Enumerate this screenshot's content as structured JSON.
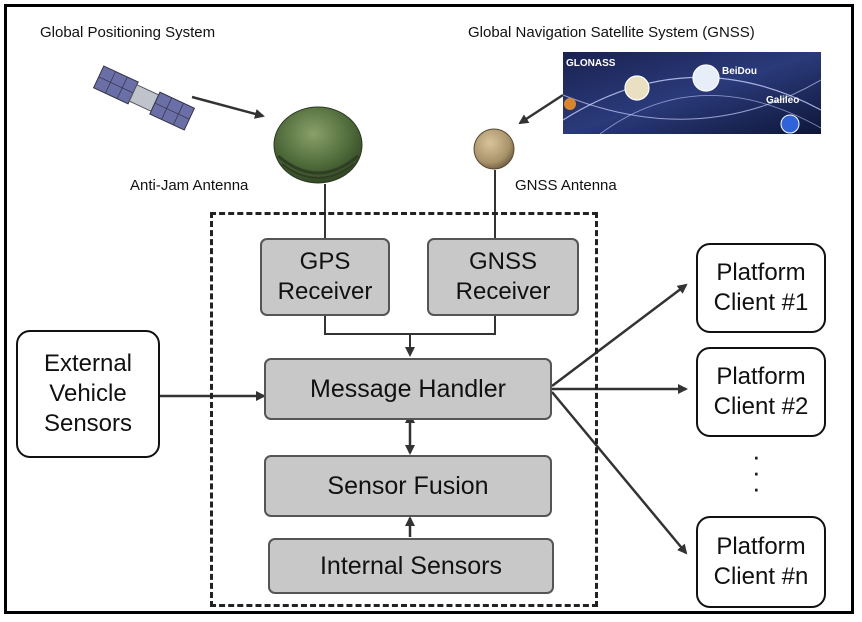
{
  "labels": {
    "gps_system": "Global Positioning System",
    "gnss_system": "Global Navigation Satellite System (GNSS)",
    "antijam_antenna": "Anti-Jam Antenna",
    "gnss_antenna": "GNSS Antenna"
  },
  "constellations": [
    "GLONASS",
    "BeiDou",
    "Galileo"
  ],
  "blocks": {
    "gps_receiver": [
      "GPS",
      "Receiver"
    ],
    "gnss_receiver": [
      "GNSS",
      "Receiver"
    ],
    "message_handler": "Message Handler",
    "sensor_fusion": "Sensor Fusion",
    "internal_sensors": "Internal Sensors"
  },
  "external_sensors": [
    "External",
    "Vehicle",
    "Sensors"
  ],
  "clients": [
    [
      "Platform",
      "Client #1"
    ],
    [
      "Platform",
      "Client #2"
    ],
    [
      "Platform",
      "Client #n"
    ]
  ],
  "ellipsis": "·\n·\n·",
  "colors": {
    "block_fill": "#c8c8c8",
    "line": "#333333",
    "satellite_panel": "#6a6fa8",
    "antenna_green": "#4f6b3a",
    "antenna_tan": "#a8926a"
  }
}
